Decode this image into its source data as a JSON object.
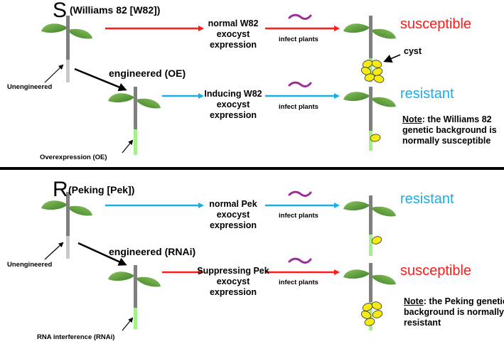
{
  "top": {
    "letter": "S",
    "cultivar": "(Williams 82 [W82])",
    "engineered_label": "engineered (OE)",
    "unengineered_label": "Unengineered",
    "overexpression_label": "Overexpression  (OE)",
    "normal_step": "normal W82 exocyst expression",
    "engineered_step": "Inducing W82 exocyst expression",
    "infect_label_1": "infect plants",
    "infect_label_2": "infect plants",
    "outcome_normal": "susceptible",
    "outcome_engineered": "resistant",
    "cyst_label": "cyst",
    "note_prefix": "Note",
    "note_text": ": the Williams 82 genetic background is normally susceptible"
  },
  "bottom": {
    "letter": "R",
    "cultivar": "(Peking [Pek])",
    "engineered_label": "engineered (RNAi)",
    "unengineered_label": "Unengineered",
    "rnai_label": "RNA interference  (RNAi)",
    "normal_step": "normal Pek exocyst expression",
    "engineered_step": "Suppressing Pek exocyst expression",
    "infect_label_1": "infect plants",
    "infect_label_2": "infect plants",
    "outcome_normal": "resistant",
    "outcome_engineered": "susceptible",
    "note_prefix": "Note",
    "note_text": ": the Peking genetic background is normally resistant"
  },
  "colors": {
    "red_arrow": "#ff1a1a",
    "blue_arrow": "#1aaee6",
    "leaf": "#5a9a3a",
    "stem": "#7f7f7f",
    "root_grey": "#c8c8c8",
    "root_green": "#a6f08a",
    "cyst": "#f5ea12",
    "nematode": "#9b2b9b"
  }
}
